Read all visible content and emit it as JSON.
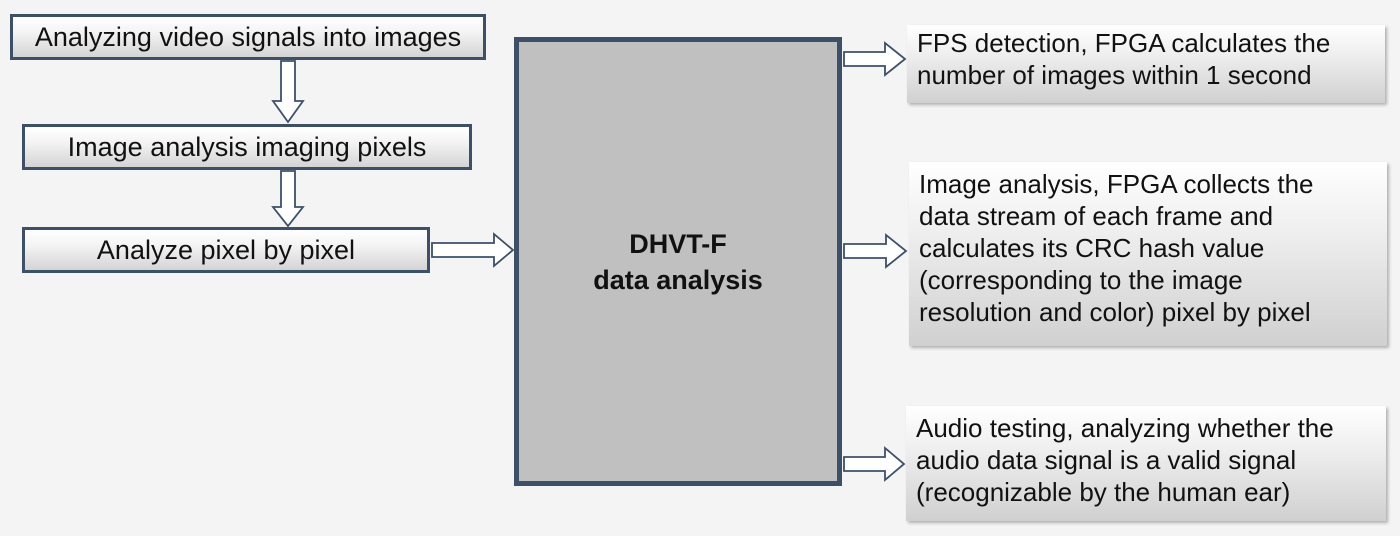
{
  "left_steps": [
    "Analyzing video signals into images",
    "Image analysis imaging pixels",
    "Analyze pixel by pixel"
  ],
  "center": {
    "title": "DHVT-F",
    "subtitle": "data analysis"
  },
  "outputs": {
    "fps": [
      "FPS detection, FPGA calculates the",
      "number of images within 1 second"
    ],
    "image": [
      "Image analysis, FPGA collects the",
      "data stream of each frame and",
      "calculates its CRC hash value",
      "(corresponding to the image",
      "resolution and color) pixel by pixel"
    ],
    "audio": [
      "Audio testing, analyzing whether the",
      "audio data signal is a valid signal",
      "(recognizable by the human ear)"
    ]
  },
  "colors": {
    "border": "#3d5068",
    "arrow_fill": "#ffffff",
    "center_fill": "#c0c0c0",
    "background": "#f4f4f4"
  }
}
